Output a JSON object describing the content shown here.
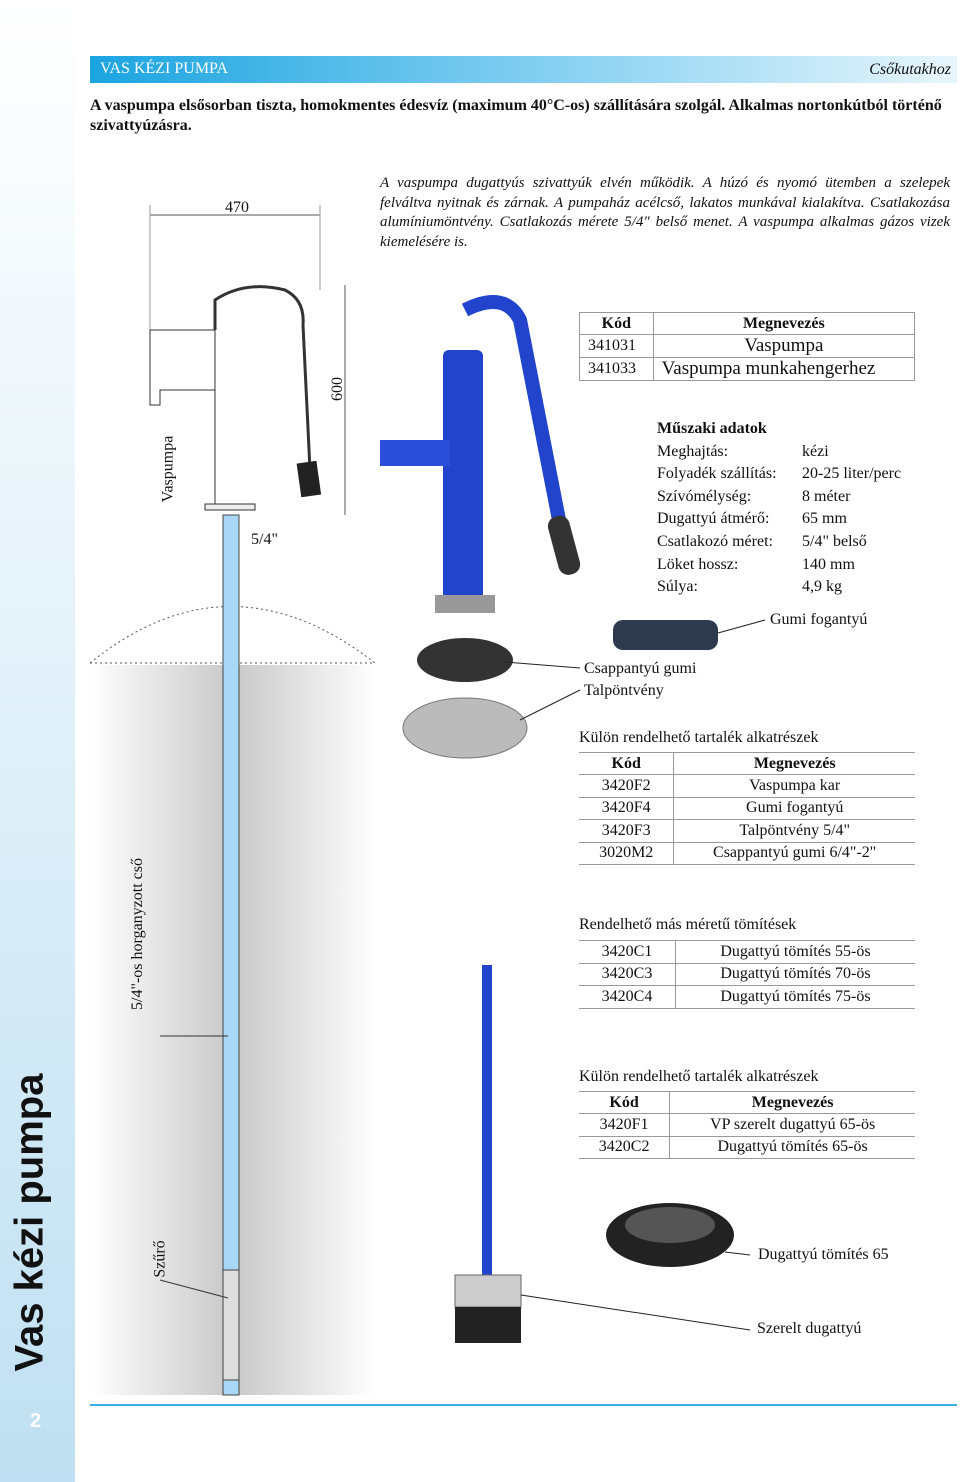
{
  "sidebar": {
    "title": "Vas kézi pumpa",
    "page_number": "2"
  },
  "header": {
    "title": "VAS KÉZI PUMPA",
    "category": "Csőkutakhoz"
  },
  "intro": "A vaspumpa elsősorban tiszta, homokmentes édesvíz (maximum 40°C-os) szállítására szolgál. Alkalmas nortonkútból történő szivattyúzásra.",
  "description": "A vaspumpa  dugattyús szivattyúk elvén működik. A húzó és nyomó ütemben a szelepek felváltva nyitnak és zárnak. A pumpaház acélcső, lakatos munkával kialakítva. Csatlakozása alumíniumöntvény. Csatlakozás mérete 5/4\" belső menet. A vaspumpa alkalmas gázos vizek kiemelésére is.",
  "drawing": {
    "width": "470",
    "height": "600",
    "pump_label": "Vaspumpa",
    "connection": "5/4\"",
    "pipe_label": "5/4\"-os horganyzott cső",
    "filter_label": "Szűrő"
  },
  "products": {
    "headers": [
      "Kód",
      "Megnevezés"
    ],
    "rows": [
      [
        "341031",
        "Vaspumpa"
      ],
      [
        "341033",
        "Vaspumpa munkahengerhez"
      ]
    ]
  },
  "specs": {
    "title": "Műszaki adatok",
    "rows": [
      [
        "Meghajtás:",
        "kézi"
      ],
      [
        "Folyadék szállítás:",
        "20-25 liter/perc"
      ],
      [
        "Szívómélység:",
        "8 méter"
      ],
      [
        "Dugattyú átmérő:",
        "65 mm"
      ],
      [
        "Csatlakozó méret:",
        "5/4\" belső"
      ],
      [
        "Löket hossz:",
        "140 mm"
      ],
      [
        "Súlya:",
        "4,9 kg"
      ]
    ]
  },
  "callouts": {
    "handle": "Gumi fogantyú",
    "gasket": "Csappantyú gumi",
    "base": "Talpöntvény",
    "seal": "Dugattyú tömítés 65",
    "piston": "Szerelt dugattyú"
  },
  "spares1": {
    "caption": "Külön rendelhető tartalék alkatrészek",
    "headers": [
      "Kód",
      "Megnevezés"
    ],
    "rows": [
      [
        "3420F2",
        "Vaspumpa kar"
      ],
      [
        "3420F4",
        "Gumi fogantyú"
      ],
      [
        "3420F3",
        "Talpöntvény 5/4\""
      ],
      [
        "3020M2",
        "Csappantyú gumi 6/4\"-2\""
      ]
    ]
  },
  "seals": {
    "caption": "Rendelhető más méretű tömítések",
    "rows": [
      [
        "3420C1",
        "Dugattyú tömítés 55-ös"
      ],
      [
        "3420C3",
        "Dugattyú tömítés 70-ös"
      ],
      [
        "3420C4",
        "Dugattyú tömítés 75-ös"
      ]
    ]
  },
  "spares2": {
    "caption": "Külön rendelhető tartalék alkatrészek",
    "headers": [
      "Kód",
      "Megnevezés"
    ],
    "rows": [
      [
        "3420F1",
        "VP szerelt dugattyú 65-ös"
      ],
      [
        "3420C2",
        "Dugattyú tömítés 65-ös"
      ]
    ]
  }
}
